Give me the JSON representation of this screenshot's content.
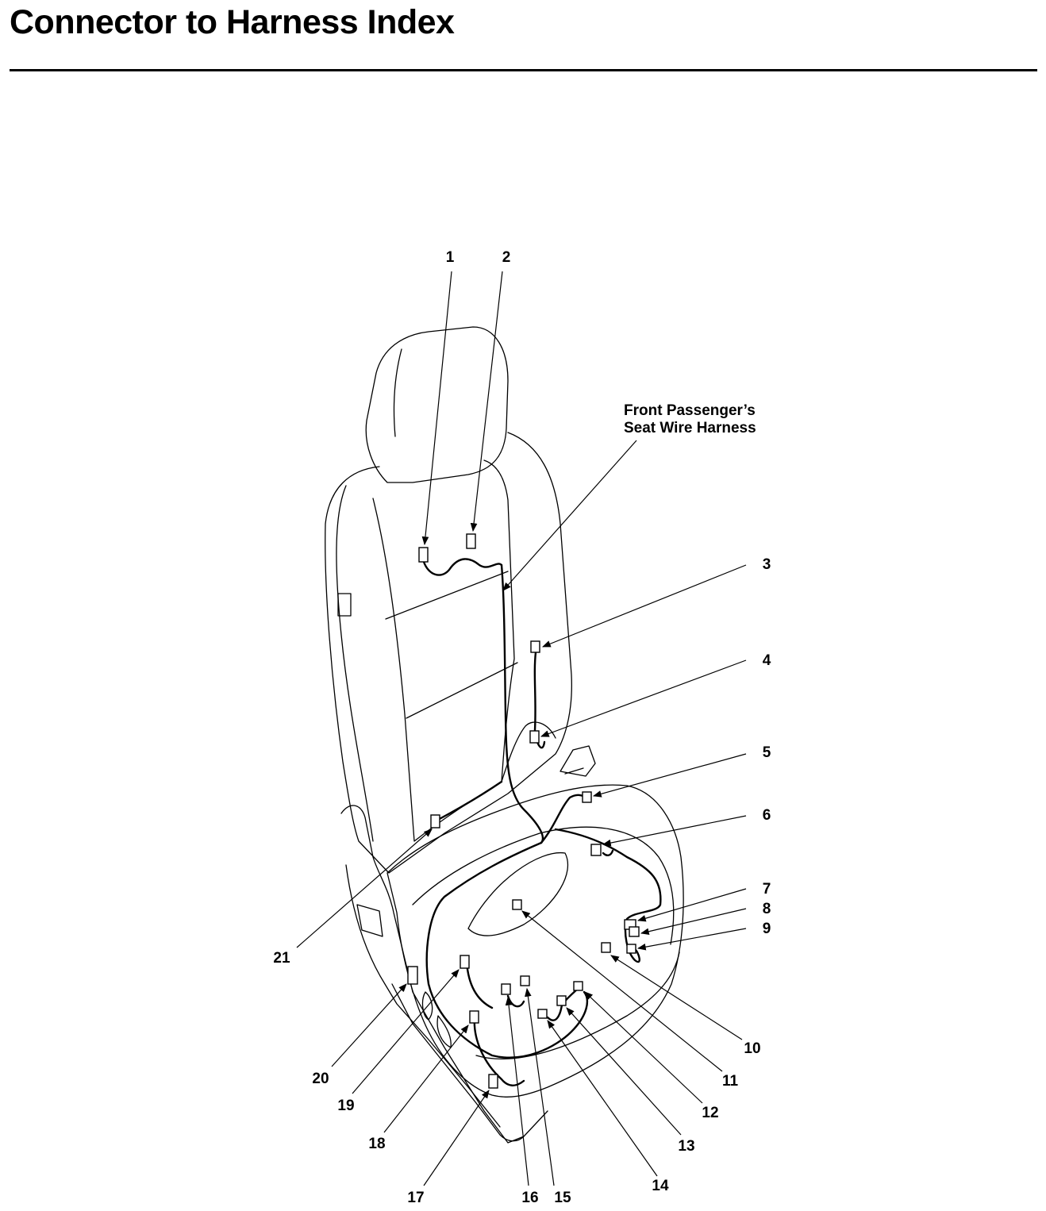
{
  "header": {
    "title": "Connector to Harness Index"
  },
  "diagram": {
    "harness_label": {
      "line1": "Front Passenger’s",
      "line2": "Seat Wire Harness"
    },
    "callouts": {
      "n1": "1",
      "n2": "2",
      "n3": "3",
      "n4": "4",
      "n5": "5",
      "n6": "6",
      "n7": "7",
      "n8": "8",
      "n9": "9",
      "n10": "10",
      "n11": "11",
      "n12": "12",
      "n13": "13",
      "n14": "14",
      "n15": "15",
      "n16": "16",
      "n17": "17",
      "n18": "18",
      "n19": "19",
      "n20": "20",
      "n21": "21"
    }
  }
}
